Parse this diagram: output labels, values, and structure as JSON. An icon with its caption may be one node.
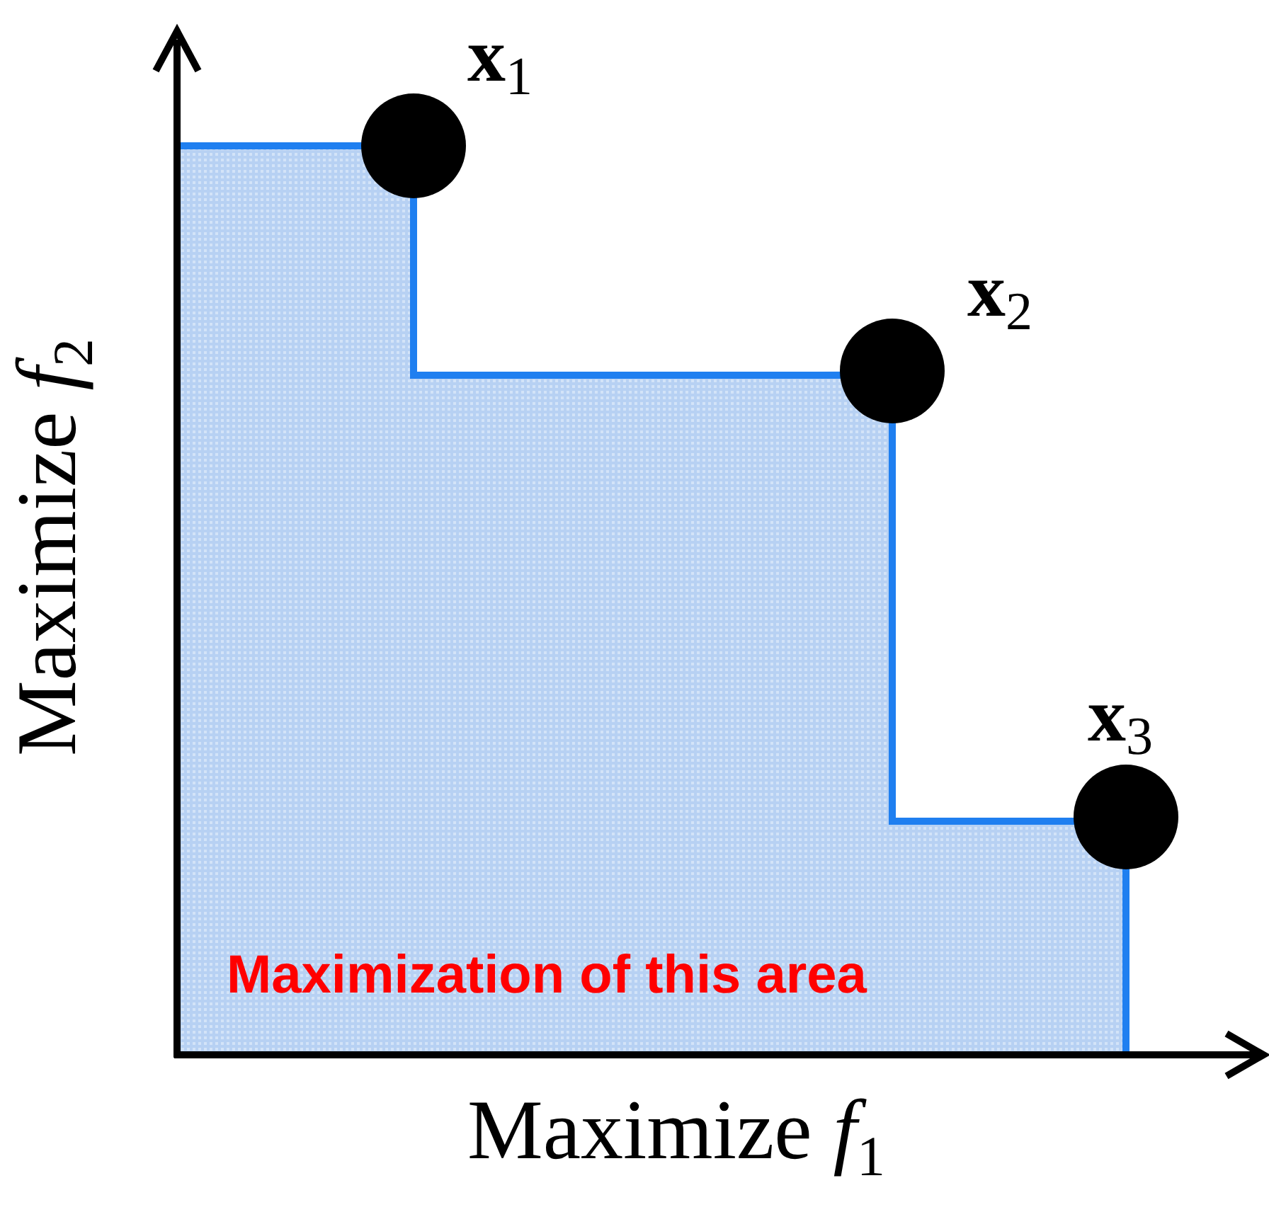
{
  "diagram": {
    "nodes": [
      {
        "text": [],
        "shape": "circle",
        "beside": [
          "**x**$_{1}$"
        ]
      },
      {
        "text": [],
        "shape": "circle",
        "beside": [
          "**x**$_{2}$"
        ]
      },
      {
        "text": [],
        "shape": "circle",
        "beside": [
          "**x**$_{3}$"
        ]
      }
    ],
    "labels": [
      "Maximize *f*$_{2}$",
      "Maximize *f*$_{1}$",
      "Maximization of this area"
    ]
  }
}
